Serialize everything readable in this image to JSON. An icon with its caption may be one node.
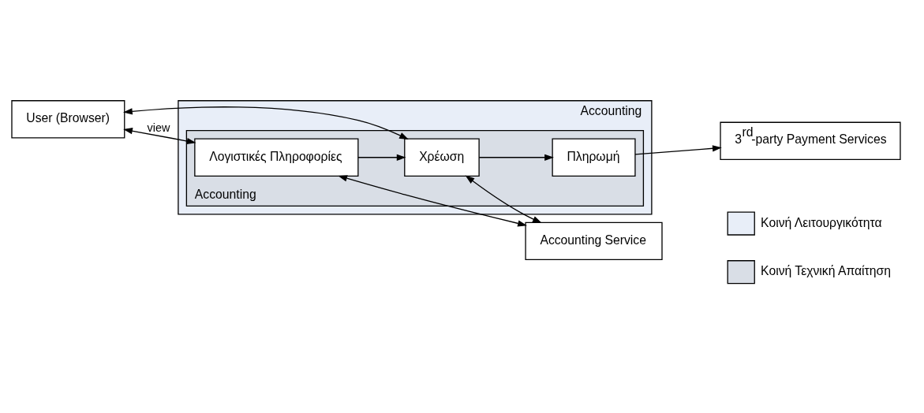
{
  "diagram": {
    "nodes": [
      {
        "text": [
          "User (Browser)"
        ]
      },
      {
        "text": [
          "Accounting"
        ]
      },
      {
        "text": [
          "Accounting"
        ],
        "in": 1
      },
      {
        "text": [
          "Λογιστικές Πληροφορίες"
        ],
        "in": 2
      },
      {
        "text": [
          "Χρέωση"
        ],
        "in": 2
      },
      {
        "text": [
          "Πληρωμή"
        ],
        "in": 2
      },
      {
        "text": [
          "3$^{rd}$-party Payment Services"
        ]
      },
      {
        "text": [
          "Accounting Service"
        ]
      }
    ],
    "edges": [
      {
        "from": 0,
        "to": 3,
        "arrow": "both",
        "label": "view"
      },
      {
        "from": 0,
        "to": 4,
        "arrow": "both"
      },
      {
        "from": 3,
        "to": 4,
        "arrow": "to"
      },
      {
        "from": 4,
        "to": 5,
        "arrow": "to"
      },
      {
        "from": 5,
        "to": 6,
        "arrow": "to"
      },
      {
        "from": 4,
        "to": 7,
        "arrow": "both"
      },
      {
        "from": 3,
        "to": 7,
        "arrow": "both"
      }
    ],
    "legend": [
      {
        "text": "Κοινή Λειτουργικότητα",
        "color": "#e8eef8"
      },
      {
        "text": "Κοινή Τεχνική Απαίτηση"
      }
    ]
  }
}
